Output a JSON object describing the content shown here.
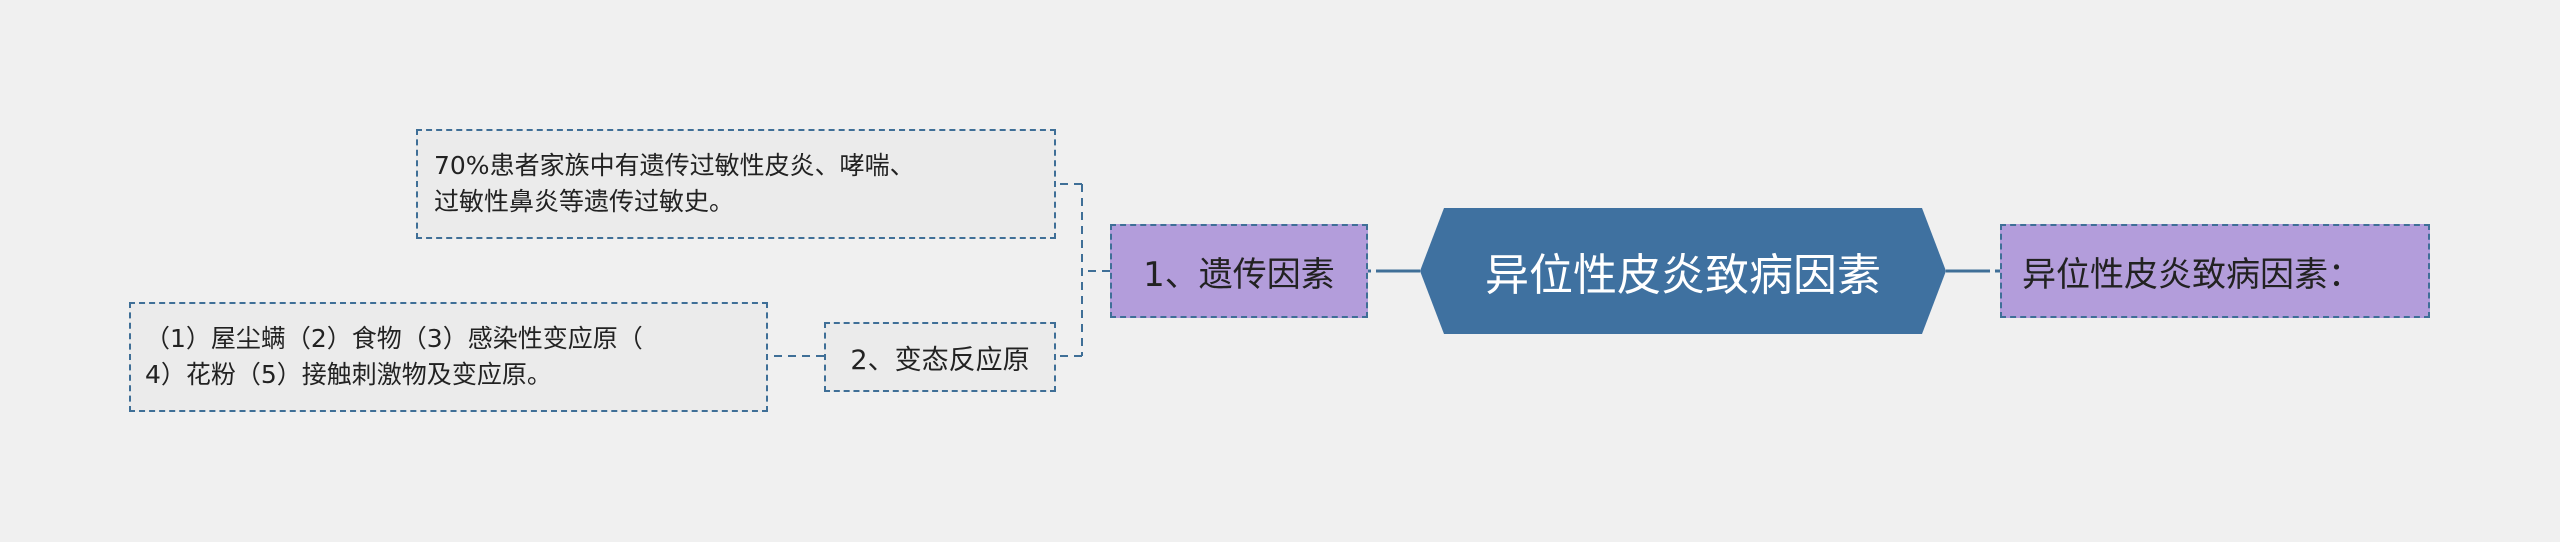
{
  "root": {
    "label": "异位性皮炎致病因素"
  },
  "right_node": {
    "label": "异位性皮炎致病因素："
  },
  "branch_genetic": {
    "label": "1、遗传因素",
    "detail": "70%患者家族中有遗传过敏性皮炎、哮喘、\n过敏性鼻炎等遗传过敏史。"
  },
  "branch_allergen": {
    "label": "2、变态反应原",
    "detail": "（1）屋尘螨（2）食物（3）感染性变应原（\n4）花粉（5）接触刺激物及变应原。"
  },
  "colors": {
    "background": "#f0f0f0",
    "root_fill": "#3f71a0",
    "connector": "#3f6f97",
    "purple_fill": "#b39ddb",
    "gray_fill": "#ebebeb"
  }
}
